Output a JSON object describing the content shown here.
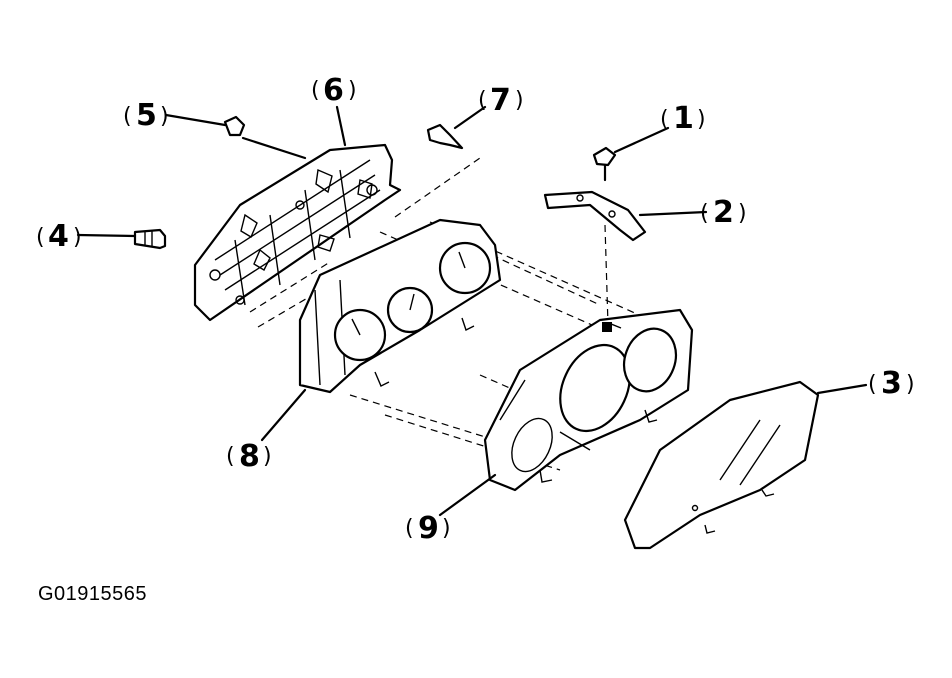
{
  "diagram": {
    "caption": "G01915565",
    "callouts": [
      {
        "id": "callout-1",
        "label": "1",
        "part": "screw"
      },
      {
        "id": "callout-2",
        "label": "2",
        "part": "bracket"
      },
      {
        "id": "callout-3",
        "label": "3",
        "part": "lens-cover"
      },
      {
        "id": "callout-4",
        "label": "4",
        "part": "bulb"
      },
      {
        "id": "callout-5",
        "label": "5",
        "part": "screw"
      },
      {
        "id": "callout-6",
        "label": "6",
        "part": "printed-circuit-board"
      },
      {
        "id": "callout-7",
        "label": "7",
        "part": "bulb-socket"
      },
      {
        "id": "callout-8",
        "label": "8",
        "part": "gauge-assembly"
      },
      {
        "id": "callout-9",
        "label": "9",
        "part": "cluster-housing"
      }
    ]
  }
}
